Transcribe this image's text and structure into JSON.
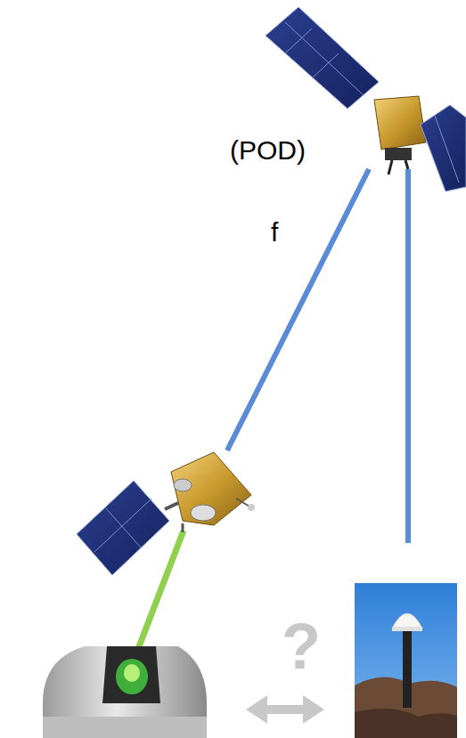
{
  "diagram": {
    "labels": [
      "(POD)",
      "f",
      "?"
    ]
  }
}
